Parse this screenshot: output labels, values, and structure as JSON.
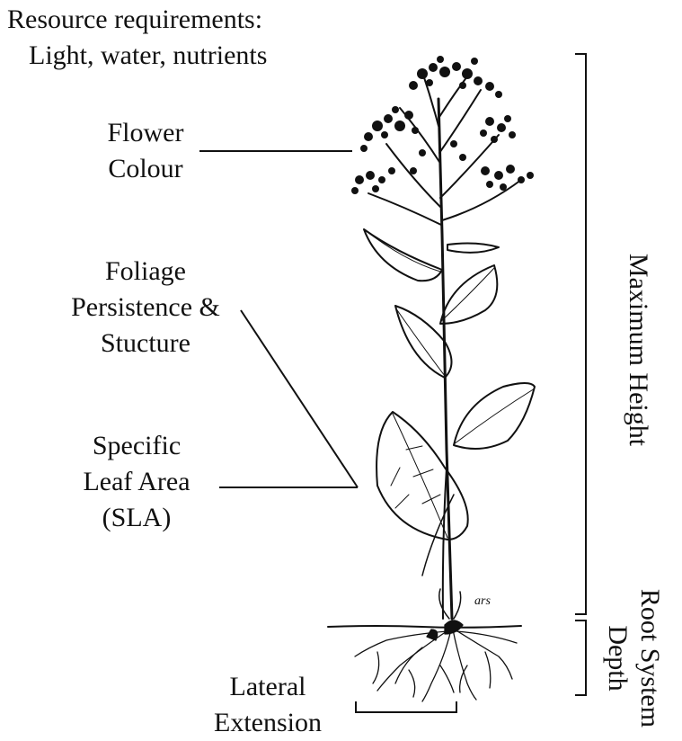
{
  "labels": {
    "resource_line1": "Resource requirements:",
    "resource_line2": "Light, water, nutrients",
    "flower_line1": "Flower",
    "flower_line2": "Colour",
    "foliage_line1": "Foliage",
    "foliage_line2": "Persistence &",
    "foliage_line3": "Stucture",
    "sla_line1": "Specific",
    "sla_line2": "Leaf Area",
    "sla_line3": "(SLA)",
    "lateral_line1": "Lateral",
    "lateral_line2": "Extension",
    "max_height": "Maximum Height",
    "root_line1": "Root System",
    "root_line2": "Depth",
    "artist_initials": "ars"
  },
  "colors": {
    "ink": "#111111",
    "background": "#ffffff"
  }
}
